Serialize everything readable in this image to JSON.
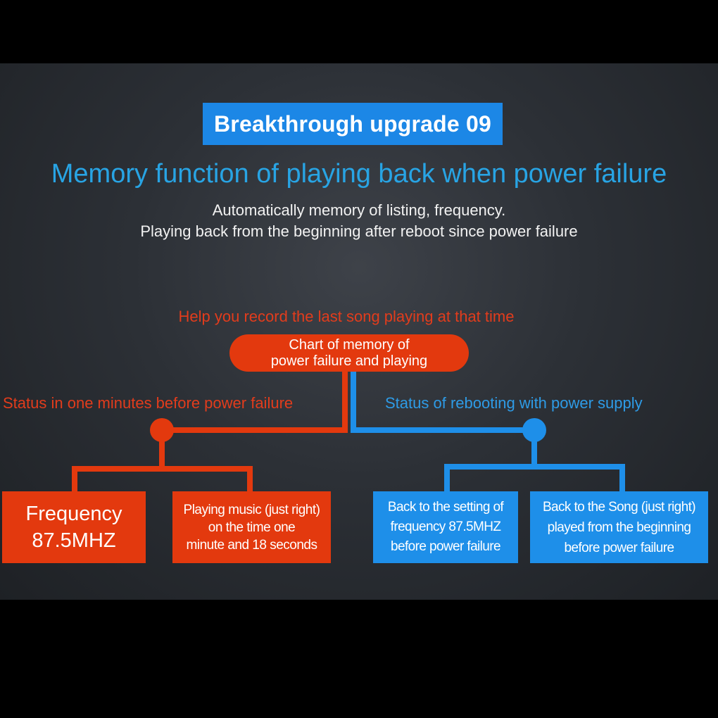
{
  "badge": "Breakthrough upgrade 09",
  "headline": "Memory function of playing back when power failure",
  "sub_line1": "Automatically memory of listing, frequency.",
  "sub_line2": "Playing back from the beginning after reboot since power failure",
  "top_note": "Help you record the last song playing at that time",
  "center": {
    "line1": "Chart of memory of",
    "line2": "power failure and playing"
  },
  "left_branch": {
    "label": "Status in one minutes before power failure",
    "box1": {
      "line1": "Frequency",
      "line2": "87.5MHZ"
    },
    "box2": {
      "line1": "Playing music (just right)",
      "line2": "on the time one",
      "line3": "minute and 18 seconds"
    }
  },
  "right_branch": {
    "label": "Status of rebooting with power supply",
    "box1": {
      "line1": "Back to the setting of",
      "line2": "frequency 87.5MHZ",
      "line3": "before power failure"
    },
    "box2": {
      "line1": "Back to the Song (just right)",
      "line2": "played from the beginning",
      "line3": "before power failure"
    }
  },
  "colors": {
    "red": "#e3390e",
    "blue": "#1e8fe9",
    "headline": "#28a4e4",
    "badge": "#1c87e6"
  }
}
